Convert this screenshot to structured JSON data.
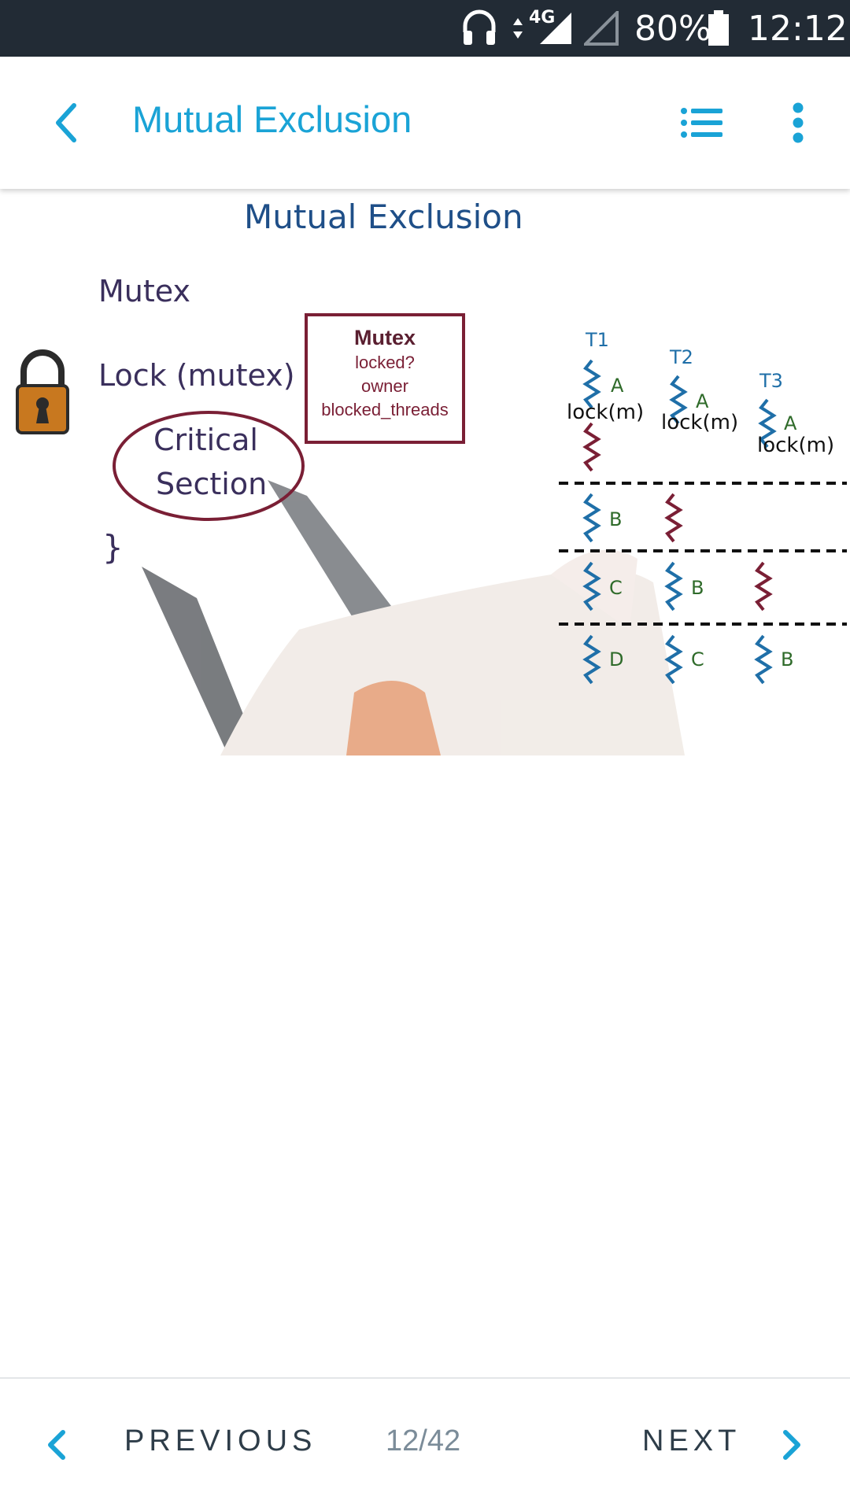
{
  "status_bar": {
    "network": "4G",
    "battery": "80%",
    "time": "12:12"
  },
  "app_bar": {
    "title": "Mutual Exclusion"
  },
  "lesson": {
    "board_title": "Mutual Exclusion",
    "mutex_label": "Mutex",
    "lock_line": "Lock (mutex) {",
    "critical_section_line1": "Critical",
    "critical_section_line2": "Section",
    "closing_brace": "}",
    "mutex_box": {
      "title": "Mutex",
      "fields": [
        "locked?",
        "owner",
        "blocked_threads"
      ]
    },
    "threads": [
      "T1",
      "T2",
      "T3"
    ],
    "lock_call": "lock(m)",
    "steps": {
      "a": "A",
      "b": "B",
      "c": "C",
      "d": "D"
    }
  },
  "bottom_nav": {
    "previous_label": "PREVIOUS",
    "page_indicator": "12/42",
    "next_label": "NEXT"
  },
  "colors": {
    "accent": "#1aa3d6",
    "status_bar": "#222b35",
    "ink_dark": "#3a2f5c",
    "ink_maroon": "#7a1f35",
    "ink_blue": "#1f6fa8",
    "ink_green": "#2f6b2a"
  }
}
